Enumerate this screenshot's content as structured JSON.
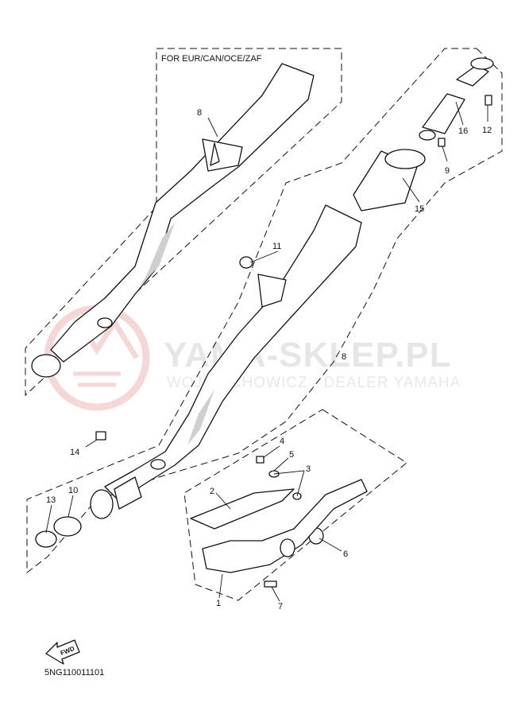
{
  "variant_label": "FOR EUR/CAN/OCE/ZAF",
  "watermark": {
    "title": "YAMA-SKLEP.PL",
    "subtitle": "WOJCIECHOWICZ - DEALER YAMAHA"
  },
  "fwd_label": "FWD",
  "diagram_code": "5NG110011101",
  "callouts": {
    "c8a": "8",
    "c8b": "8",
    "c11": "11",
    "c15": "15",
    "c16": "16",
    "c12": "12",
    "c9": "9",
    "c14": "14",
    "c13": "13",
    "c10": "10",
    "c4": "4",
    "c5": "5",
    "c3": "3",
    "c2": "2",
    "c6": "6",
    "c1": "1",
    "c7": "7"
  },
  "colors": {
    "ink": "#111111",
    "watermark": "#e6e6e6",
    "logo": "#f2c4c4"
  }
}
